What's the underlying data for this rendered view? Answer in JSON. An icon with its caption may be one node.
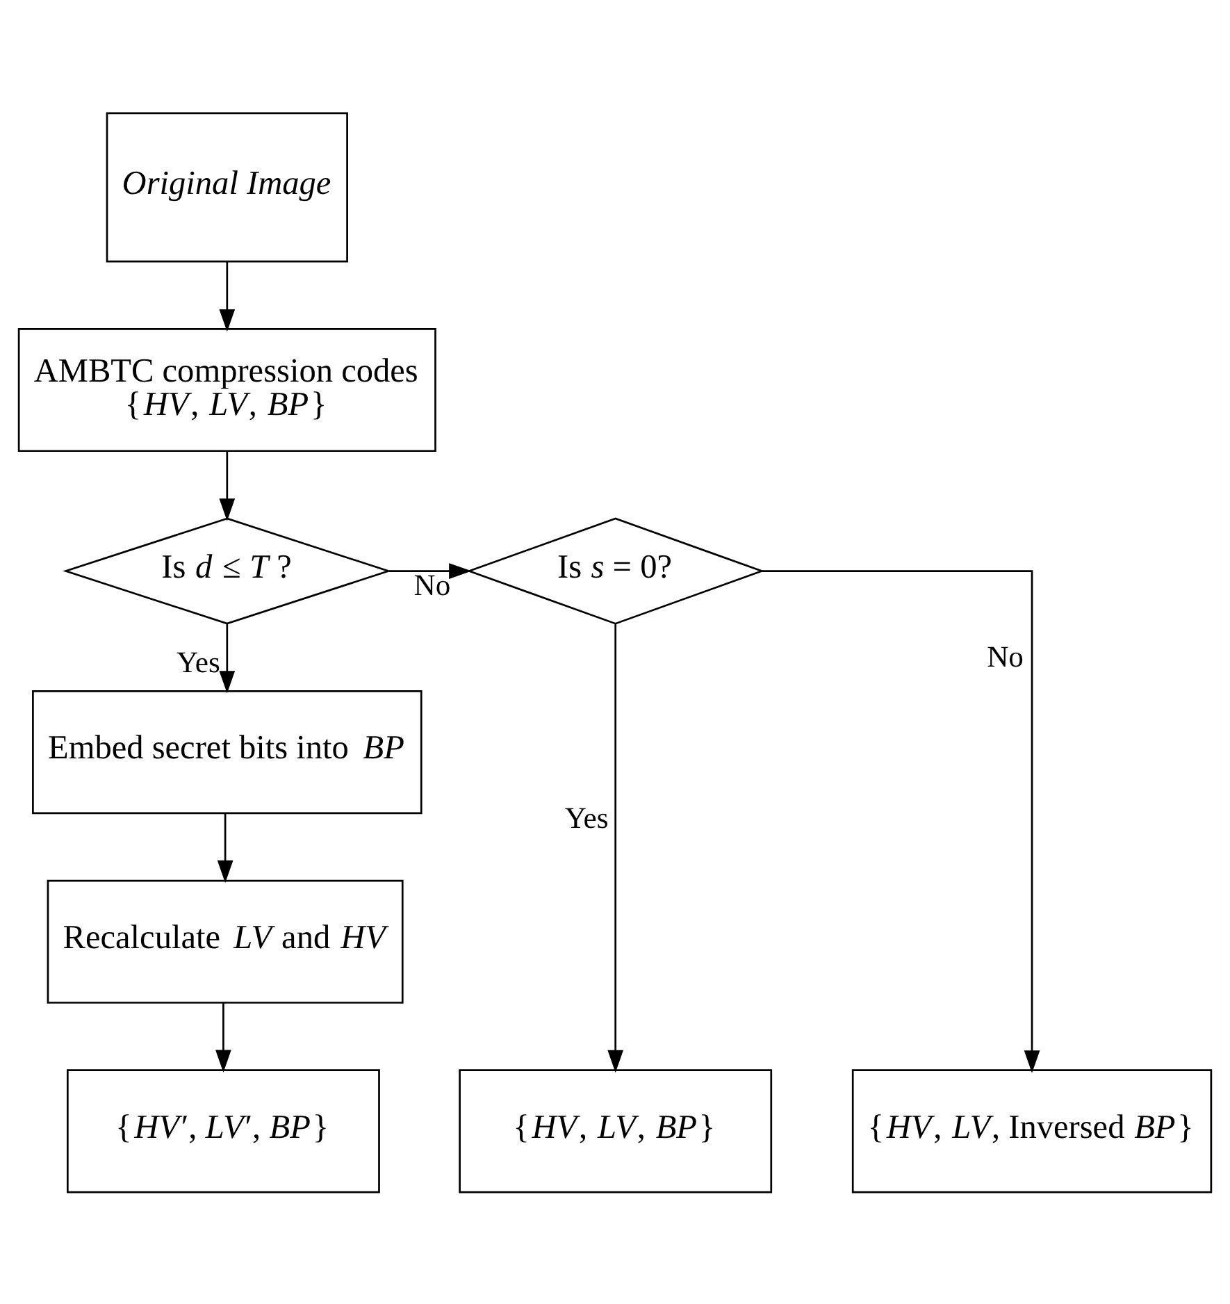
{
  "diagram": {
    "nodes": [
      {
        "text": [
          "Original Image"
        ]
      },
      {
        "text": [
          "AMBTC compression codes",
          "{*HV*, *LV*, *BP*}"
        ]
      },
      {
        "text": [
          "Is *d* ≤ *T* ?"
        ]
      },
      {
        "text": [
          "Is *s* = 0?"
        ]
      },
      {
        "text": [
          "Embed secret bits into *BP*"
        ]
      },
      {
        "text": [
          "Recalculate *LV* and *HV*"
        ]
      },
      {
        "text": [
          "{*HV*′, *LV*′, *BP*}"
        ]
      },
      {
        "text": [
          "{*HV*, *LV*, *BP*}"
        ]
      },
      {
        "text": [
          "{*HV*, *LV*, Inversed *BP*}"
        ]
      }
    ],
    "edges": [
      {
        "from": 0,
        "to": 1,
        "arrow": "to"
      },
      {
        "from": 1,
        "to": 2,
        "arrow": "to"
      },
      {
        "from": 2,
        "to": 3,
        "arrow": "to",
        "label": "No"
      },
      {
        "from": 2,
        "to": 4,
        "arrow": "to",
        "label": "Yes"
      },
      {
        "from": 4,
        "to": 5,
        "arrow": "to"
      },
      {
        "from": 5,
        "to": 6,
        "arrow": "to"
      },
      {
        "from": 3,
        "to": 7,
        "arrow": "to",
        "label": "Yes"
      },
      {
        "from": 3,
        "to": 8,
        "arrow": "to",
        "label": "No"
      }
    ]
  }
}
